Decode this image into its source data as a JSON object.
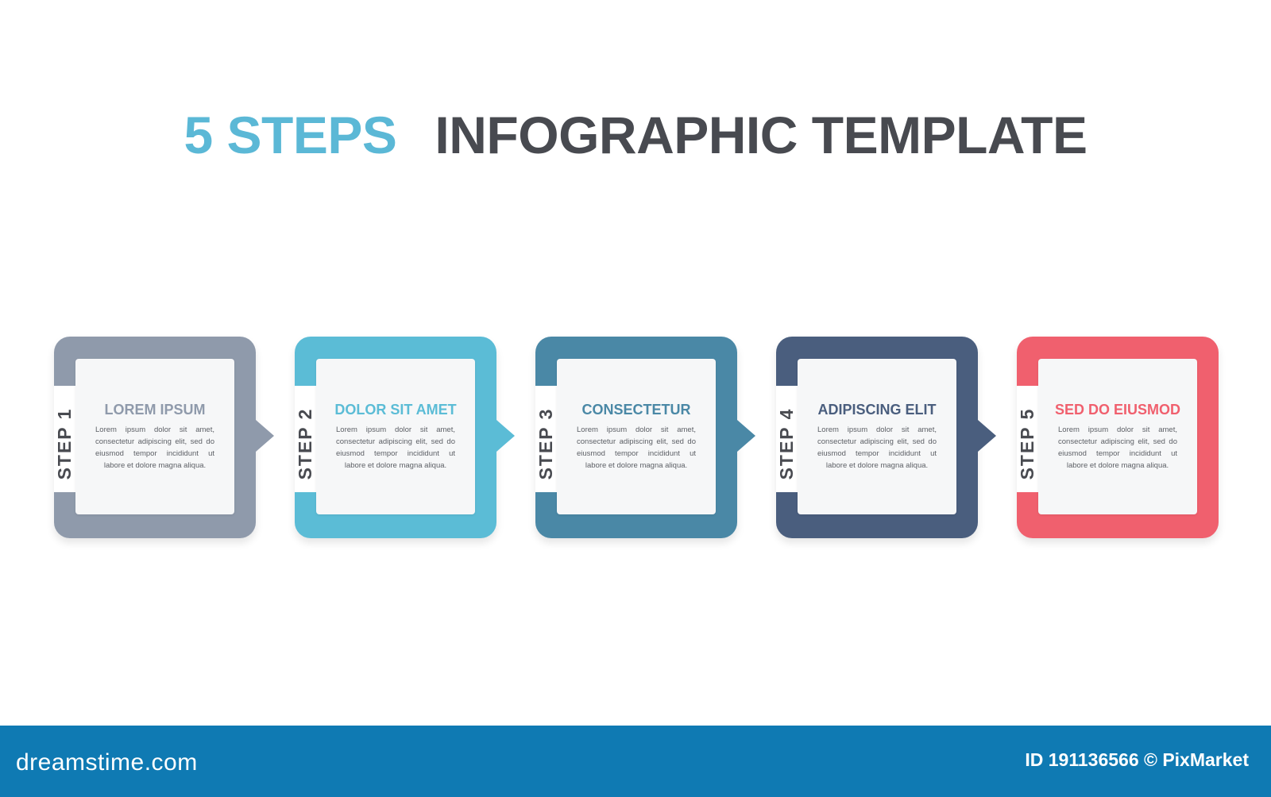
{
  "title": {
    "accent": "5 STEPS",
    "rest": "INFOGRAPHIC TEMPLATE"
  },
  "steps": [
    {
      "label": "STEP 1",
      "heading": "LOREM IPSUM",
      "body": "Lorem ipsum dolor sit amet, consectetur adipiscing elit, sed do eiusmod tempor incididunt ut labore et dolore magna aliqua.",
      "color": "#8f9aab"
    },
    {
      "label": "STEP 2",
      "heading": "DOLOR SIT AMET",
      "body": "Lorem ipsum dolor sit amet, consectetur adipiscing elit, sed do eiusmod tempor incididunt ut labore et dolore magna aliqua.",
      "color": "#5bbcd6"
    },
    {
      "label": "STEP 3",
      "heading": "CONSECTETUR",
      "body": "Lorem ipsum dolor sit amet, consectetur adipiscing elit, sed do eiusmod tempor incididunt ut labore et dolore magna aliqua.",
      "color": "#4a88a6"
    },
    {
      "label": "STEP 4",
      "heading": "ADIPISCING ELIT",
      "body": "Lorem ipsum dolor sit amet, consectetur adipiscing elit, sed do eiusmod tempor incididunt ut labore et dolore magna aliqua.",
      "color": "#4a5e7e"
    },
    {
      "label": "STEP 5",
      "heading": "SED DO EIUSMOD",
      "body": "Lorem ipsum dolor sit amet, consectetur adipiscing elit, sed do eiusmod tempor incididunt ut labore et dolore magna aliqua.",
      "color": "#f0606e"
    }
  ],
  "footer": {
    "brand": "dreamstime.com",
    "image_id": "ID 191136566 © PixMarket"
  }
}
